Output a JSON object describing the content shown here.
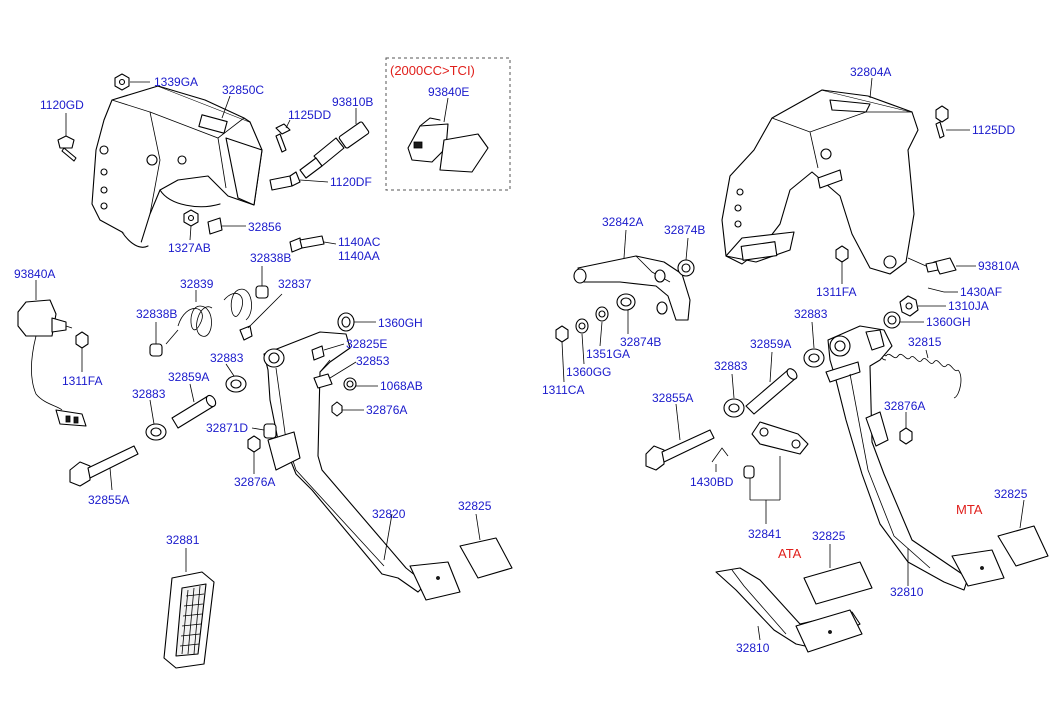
{
  "tci_box": {
    "title": "(2000CC>TCI)",
    "part": "93840E"
  },
  "variants": {
    "mta": "MTA",
    "ata": "ATA"
  },
  "left_labels": {
    "l1339GA": "1339GA",
    "l1120GD": "1120GD",
    "l32850C": "32850C",
    "l93810B": "93810B",
    "l1125DD": "1125DD",
    "l1120DF": "1120DF",
    "l1327AB": "1327AB",
    "l32856": "32856",
    "l1140AC": "1140AC",
    "l1140AA": "1140AA",
    "l93840A": "93840A",
    "l1311FA": "1311FA",
    "l32839": "32839",
    "l32838B_top": "32838B",
    "l32837": "32837",
    "l32838B_left": "32838B",
    "l1360GH": "1360GH",
    "l32825E": "32825E",
    "l32853": "32853",
    "l32883_top": "32883",
    "l32859A": "32859A",
    "l1068AB": "1068AB",
    "l32883_low": "32883",
    "l32876A_right": "32876A",
    "l32871D": "32871D",
    "l32855A": "32855A",
    "l32876A_low": "32876A",
    "l32820": "32820",
    "l32825": "32825",
    "l32881": "32881"
  },
  "right_labels": {
    "r32804A": "32804A",
    "r1125DD": "1125DD",
    "r32842A": "32842A",
    "r32874B_top": "32874B",
    "r93810A": "93810A",
    "r1311FA": "1311FA",
    "r1430AF": "1430AF",
    "r1310JA": "1310JA",
    "r1360GH": "1360GH",
    "r32883_top": "32883",
    "r32815": "32815",
    "r1311CA": "1311CA",
    "r1360GG": "1360GG",
    "r1351GA": "1351GA",
    "r32874B_low": "32874B",
    "r32859A": "32859A",
    "r32883_mid": "32883",
    "r32855A": "32855A",
    "r32876A": "32876A",
    "r1430BD": "1430BD",
    "r32841": "32841",
    "r32825_ata": "32825",
    "r32825_mta": "32825",
    "r32810_mta": "32810",
    "r32810_ata": "32810"
  }
}
